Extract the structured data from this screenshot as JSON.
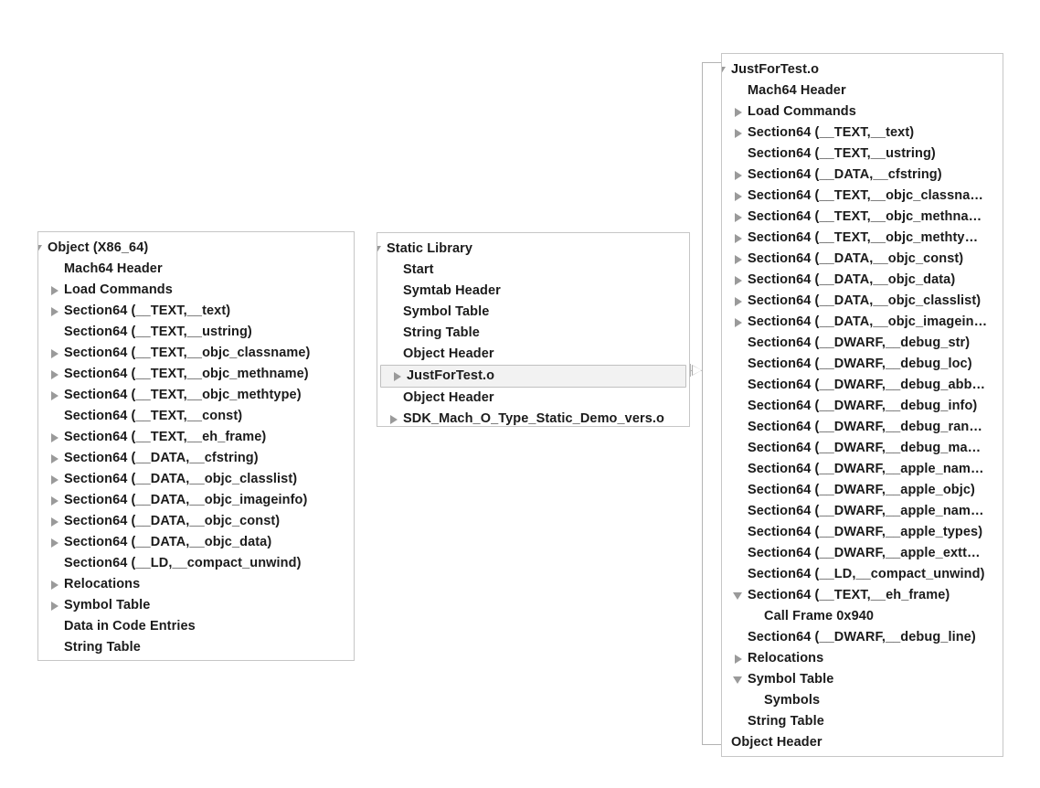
{
  "colors": {
    "panel_border": "#c6c6c6",
    "text": "#1b1b1b",
    "triangle": "#9a9a9a",
    "connector": "#b3b3b3",
    "selection_bg": "#f2f2f2",
    "background": "#ffffff"
  },
  "panels": {
    "object": {
      "name": "Object (X86_64) tree",
      "rows": [
        {
          "label": "Object  (X86_64)",
          "depth": 0,
          "disclosure": "open"
        },
        {
          "label": "Mach64 Header",
          "depth": 1,
          "disclosure": "none"
        },
        {
          "label": "Load Commands",
          "depth": 1,
          "disclosure": "closed"
        },
        {
          "label": "Section64 (__TEXT,__text)",
          "depth": 1,
          "disclosure": "closed"
        },
        {
          "label": "Section64 (__TEXT,__ustring)",
          "depth": 1,
          "disclosure": "none"
        },
        {
          "label": "Section64 (__TEXT,__objc_classname)",
          "depth": 1,
          "disclosure": "closed"
        },
        {
          "label": "Section64 (__TEXT,__objc_methname)",
          "depth": 1,
          "disclosure": "closed"
        },
        {
          "label": "Section64 (__TEXT,__objc_methtype)",
          "depth": 1,
          "disclosure": "closed"
        },
        {
          "label": "Section64 (__TEXT,__const)",
          "depth": 1,
          "disclosure": "none"
        },
        {
          "label": "Section64 (__TEXT,__eh_frame)",
          "depth": 1,
          "disclosure": "closed"
        },
        {
          "label": "Section64 (__DATA,__cfstring)",
          "depth": 1,
          "disclosure": "closed"
        },
        {
          "label": "Section64 (__DATA,__objc_classlist)",
          "depth": 1,
          "disclosure": "closed"
        },
        {
          "label": "Section64 (__DATA,__objc_imageinfo)",
          "depth": 1,
          "disclosure": "closed"
        },
        {
          "label": "Section64 (__DATA,__objc_const)",
          "depth": 1,
          "disclosure": "closed"
        },
        {
          "label": "Section64 (__DATA,__objc_data)",
          "depth": 1,
          "disclosure": "closed"
        },
        {
          "label": "Section64 (__LD,__compact_unwind)",
          "depth": 1,
          "disclosure": "none"
        },
        {
          "label": "Relocations",
          "depth": 1,
          "disclosure": "closed"
        },
        {
          "label": "Symbol Table",
          "depth": 1,
          "disclosure": "closed"
        },
        {
          "label": "Data in Code Entries",
          "depth": 1,
          "disclosure": "none"
        },
        {
          "label": "String Table",
          "depth": 1,
          "disclosure": "none"
        }
      ]
    },
    "static_library": {
      "name": "Static Library tree",
      "rows": [
        {
          "label": "Static Library",
          "depth": 0,
          "disclosure": "open"
        },
        {
          "label": "Start",
          "depth": 1,
          "disclosure": "none"
        },
        {
          "label": "Symtab Header",
          "depth": 1,
          "disclosure": "none"
        },
        {
          "label": "Symbol Table",
          "depth": 1,
          "disclosure": "none"
        },
        {
          "label": "String Table",
          "depth": 1,
          "disclosure": "none"
        },
        {
          "label": "Object Header",
          "depth": 1,
          "disclosure": "none"
        },
        {
          "label": "JustForTest.o",
          "depth": 1,
          "disclosure": "closed",
          "selected": true
        },
        {
          "label": "Object Header",
          "depth": 1,
          "disclosure": "none"
        },
        {
          "label": "SDK_Mach_O_Type_Static_Demo_vers.o",
          "depth": 1,
          "disclosure": "closed"
        }
      ]
    },
    "object_file": {
      "name": "JustForTest.o expanded tree",
      "rows": [
        {
          "label": "JustForTest.o",
          "depth": 0,
          "disclosure": "open"
        },
        {
          "label": "Mach64 Header",
          "depth": 1,
          "disclosure": "none"
        },
        {
          "label": "Load Commands",
          "depth": 1,
          "disclosure": "closed"
        },
        {
          "label": "Section64 (__TEXT,__text)",
          "depth": 1,
          "disclosure": "closed"
        },
        {
          "label": "Section64 (__TEXT,__ustring)",
          "depth": 1,
          "disclosure": "none"
        },
        {
          "label": "Section64 (__DATA,__cfstring)",
          "depth": 1,
          "disclosure": "closed"
        },
        {
          "label": "Section64 (__TEXT,__objc_classna…",
          "depth": 1,
          "disclosure": "closed"
        },
        {
          "label": "Section64 (__TEXT,__objc_methna…",
          "depth": 1,
          "disclosure": "closed"
        },
        {
          "label": "Section64 (__TEXT,__objc_methty…",
          "depth": 1,
          "disclosure": "closed"
        },
        {
          "label": "Section64 (__DATA,__objc_const)",
          "depth": 1,
          "disclosure": "closed"
        },
        {
          "label": "Section64 (__DATA,__objc_data)",
          "depth": 1,
          "disclosure": "closed"
        },
        {
          "label": "Section64 (__DATA,__objc_classlist)",
          "depth": 1,
          "disclosure": "closed"
        },
        {
          "label": "Section64 (__DATA,__objc_imagein…",
          "depth": 1,
          "disclosure": "closed"
        },
        {
          "label": "Section64 (__DWARF,__debug_str)",
          "depth": 1,
          "disclosure": "none"
        },
        {
          "label": "Section64 (__DWARF,__debug_loc)",
          "depth": 1,
          "disclosure": "none"
        },
        {
          "label": "Section64 (__DWARF,__debug_abb…",
          "depth": 1,
          "disclosure": "none"
        },
        {
          "label": "Section64 (__DWARF,__debug_info)",
          "depth": 1,
          "disclosure": "none"
        },
        {
          "label": "Section64 (__DWARF,__debug_ran…",
          "depth": 1,
          "disclosure": "none"
        },
        {
          "label": "Section64 (__DWARF,__debug_ma…",
          "depth": 1,
          "disclosure": "none"
        },
        {
          "label": "Section64 (__DWARF,__apple_nam…",
          "depth": 1,
          "disclosure": "none"
        },
        {
          "label": "Section64 (__DWARF,__apple_objc)",
          "depth": 1,
          "disclosure": "none"
        },
        {
          "label": "Section64 (__DWARF,__apple_nam…",
          "depth": 1,
          "disclosure": "none"
        },
        {
          "label": "Section64 (__DWARF,__apple_types)",
          "depth": 1,
          "disclosure": "none"
        },
        {
          "label": "Section64 (__DWARF,__apple_extt…",
          "depth": 1,
          "disclosure": "none"
        },
        {
          "label": "Section64 (__LD,__compact_unwind)",
          "depth": 1,
          "disclosure": "none"
        },
        {
          "label": "Section64 (__TEXT,__eh_frame)",
          "depth": 1,
          "disclosure": "open"
        },
        {
          "label": "Call Frame 0x940",
          "depth": 2,
          "disclosure": "none"
        },
        {
          "label": "Section64 (__DWARF,__debug_line)",
          "depth": 1,
          "disclosure": "none"
        },
        {
          "label": "Relocations",
          "depth": 1,
          "disclosure": "closed"
        },
        {
          "label": "Symbol Table",
          "depth": 1,
          "disclosure": "open"
        },
        {
          "label": "Symbols",
          "depth": 2,
          "disclosure": "none"
        },
        {
          "label": "String Table",
          "depth": 1,
          "disclosure": "none"
        },
        {
          "label": "Object Header",
          "depth": 0,
          "disclosure": "none"
        }
      ]
    }
  },
  "connectors": {
    "name": "bracket-connector-from-selection-to-expanded-tree",
    "description": "Arrow from selected JustForTest.o row to the expanded JustForTest.o panel"
  }
}
